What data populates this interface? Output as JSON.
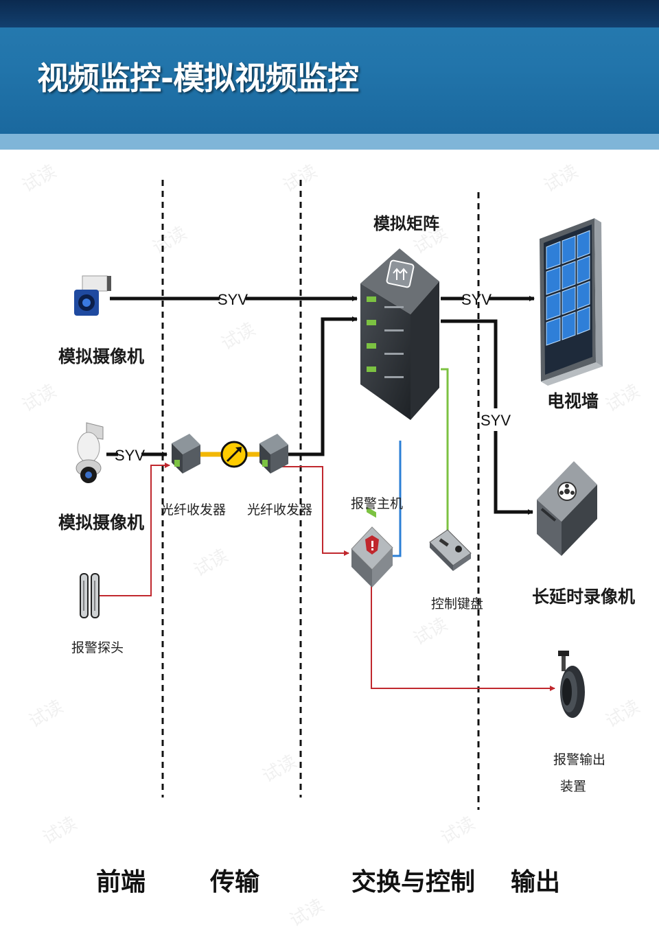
{
  "title": "视频监控-模拟视频监控",
  "watermark": "试读",
  "columns": [
    "前端",
    "传输",
    "交换与控制",
    "输出"
  ],
  "devices": {
    "camera1": "模拟摄像机",
    "camera2": "模拟摄像机",
    "alarm_probe": "报警探头",
    "fiber_tx": "光纤收发器",
    "fiber_rx": "光纤收发器",
    "matrix": "模拟矩阵",
    "alarm_host": "报警主机",
    "keyboard": "控制键盘",
    "tv_wall": "电视墙",
    "recorder": "长延时录像机",
    "alarm_out_line1": "报警输出",
    "alarm_out_line2": "装置"
  },
  "cables": {
    "cam1_matrix": "SYV",
    "cam2_fiber": "SYV",
    "matrix_tvwall": "SYV",
    "matrix_recorder": "SYV"
  },
  "colors": {
    "header_blue": "#1d6ea3",
    "video_line": "#111111",
    "alarm_line": "#c0272d",
    "control_line_blue": "#2b7fd6",
    "control_line_green": "#7cc242",
    "fiber_line": "#f2b705"
  }
}
